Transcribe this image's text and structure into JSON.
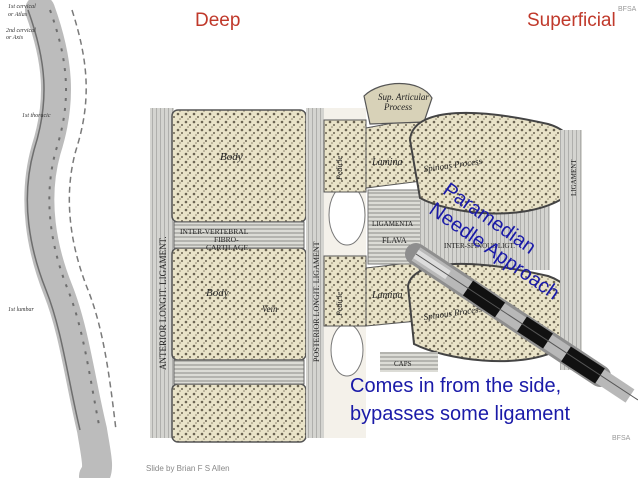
{
  "header": {
    "deep": "Deep",
    "superficial": "Superficial"
  },
  "watermarks": {
    "top": "BFSA",
    "bottom": "BFSA"
  },
  "credit": "Slide by Brian F S Allen",
  "approach_label": {
    "line1": "Paramedian",
    "line2": "Needle Approach"
  },
  "caption": "Comes in from the side, bypasses some ligament",
  "spine_labels": {
    "atlas_1": "1st cervical",
    "atlas_2": "or Atlas",
    "axis_1": "2nd cervical",
    "axis_2": "or Axis",
    "thoracic": "1st thoracic",
    "lumbar": "1st lumbar"
  },
  "anatomy_labels": {
    "sup_articular_1": "Sup. Articular",
    "sup_articular_2": "Process",
    "lamina_top": "Lamina",
    "lamina_bottom": "Lamina",
    "spinous_top": "Spinous Process",
    "spinous_bottom": "Spinous Process",
    "ligamenta_1": "LIGAMENTA",
    "ligamenta_2": "FLAVA",
    "interspinous": "INTER-SPINOUS LIGT.",
    "body_top": "Body",
    "body_bottom": "Body",
    "vein": "Vein",
    "intervertebral_1": "INTER-VERTEBRAL",
    "intervertebral_2": "FIBRO-",
    "intervertebral_3": "CARTILAGE",
    "ant_ligament": "ANTERIOR LONGIT. LIGAMENT.",
    "post_ligament": "POSTERIOR LONGIT. LIGAMENT",
    "pedicle_top": "Pedicle",
    "pedicle_bottom": "Pedicle",
    "caps": "CAPS",
    "ligament_right": "LIGAMENT"
  }
}
